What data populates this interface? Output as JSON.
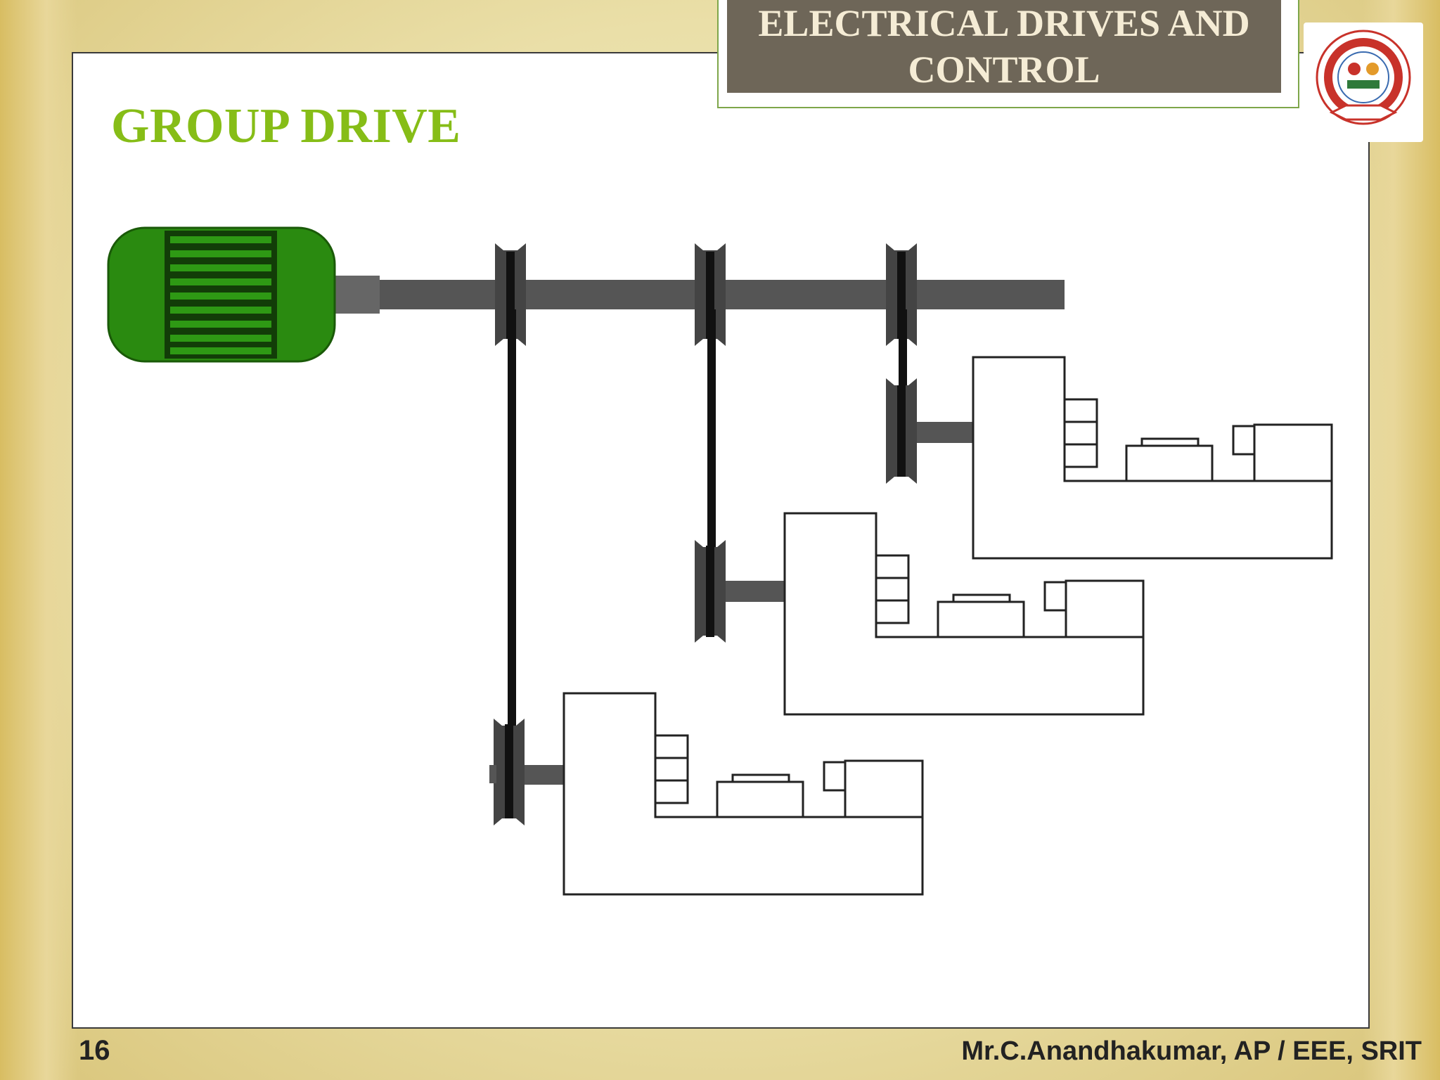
{
  "header": {
    "course_title": "ELECTRICAL DRIVES AND CONTROL"
  },
  "slide": {
    "title": "GROUP DRIVE",
    "number": "16",
    "author": "Mr.C.Anandhakumar, AP / EEE, SRIT"
  },
  "colors": {
    "title_green": "#86bd17",
    "motor_green": "#2a8a10",
    "shaft_gray": "#555555",
    "header_bg": "#6e6658",
    "header_text": "#f5ecd5"
  },
  "diagram": {
    "motor_icon": "electric-motor-icon",
    "pulley_count": 3,
    "machine_count": 3
  }
}
